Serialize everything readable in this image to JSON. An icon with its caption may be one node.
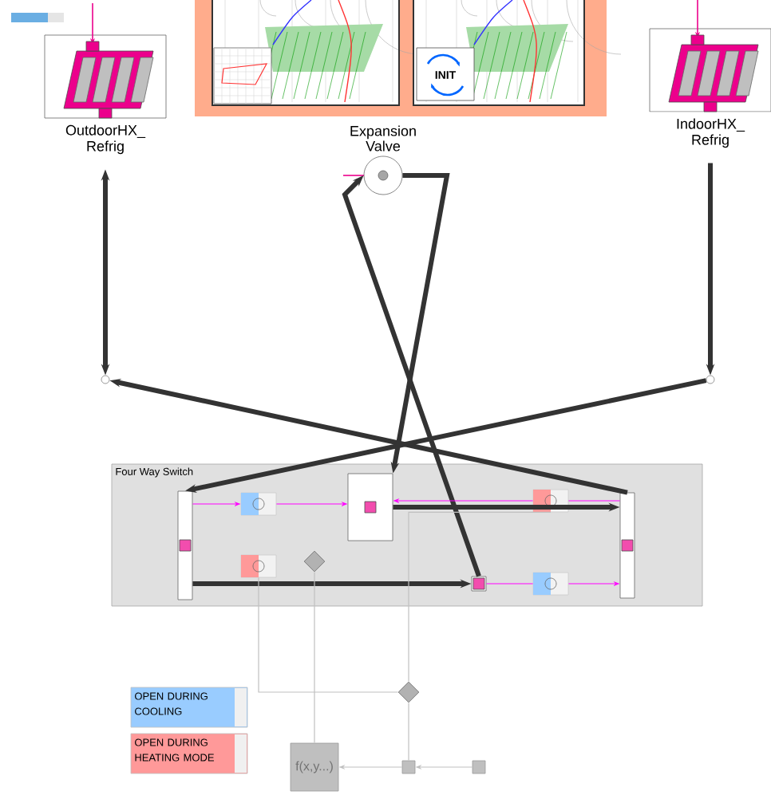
{
  "diagram": {
    "nodes": [
      {
        "text": [
          "OutdoorHX_ Refrig"
        ]
      },
      {
        "text": [
          "Expansion Valve"
        ]
      },
      {
        "text": [
          "IndoorHX_ Refrig"
        ]
      },
      {
        "text": [],
        "shape": "circle"
      },
      {
        "text": [],
        "shape": "circle"
      },
      {
        "text": [
          "Four Way Switch"
        ]
      },
      {
        "text": [],
        "shape": "bar",
        "in": 5
      },
      {
        "text": [],
        "shape": "box",
        "in": 5
      },
      {
        "text": [],
        "shape": "bar",
        "in": 5
      },
      {
        "text": [],
        "shape": "box",
        "in": 5
      },
      {
        "text": [],
        "shape": "box",
        "in": 5
      },
      {
        "text": [],
        "shape": "box",
        "in": 5
      },
      {
        "text": [],
        "shape": "box",
        "in": 5
      },
      {
        "text": [],
        "shape": "box",
        "in": 5
      },
      {
        "text": [],
        "shape": "diamond",
        "in": 5
      },
      {
        "text": [],
        "shape": "diamond"
      },
      {
        "text": [
          "f(x,y...)"
        ]
      },
      {
        "text": [],
        "shape": "box"
      },
      {
        "text": [],
        "shape": "box"
      }
    ],
    "edges": [
      {
        "from": 0,
        "to": 3,
        "arrow": "both",
        "style": "thick"
      },
      {
        "from": 2,
        "to": 4,
        "arrow": "to",
        "style": "thick"
      },
      {
        "from": 8,
        "to": 3,
        "arrow": "to",
        "style": "thick"
      },
      {
        "from": 4,
        "to": 6,
        "arrow": "to",
        "style": "thick"
      },
      {
        "from": 9,
        "to": 1,
        "arrow": "to",
        "style": "thick"
      },
      {
        "from": 1,
        "to": 7,
        "arrow": "to",
        "style": "thick"
      },
      {
        "from": 7,
        "to": 8,
        "arrow": "to",
        "style": "thick"
      },
      {
        "from": 6,
        "to": 9,
        "arrow": "to",
        "style": "thick"
      },
      {
        "from": 6,
        "to": 10,
        "arrow": "to",
        "color": "#ff00ff"
      },
      {
        "from": 10,
        "to": 7,
        "arrow": "to",
        "color": "#ff00ff"
      },
      {
        "from": 11,
        "to": 7,
        "arrow": "to",
        "color": "#ff00ff"
      },
      {
        "from": 8,
        "to": 11,
        "arrow": "none",
        "color": "#ff00ff"
      },
      {
        "from": 9,
        "to": 13,
        "arrow": "none",
        "color": "#ff00ff"
      },
      {
        "from": 13,
        "to": 8,
        "arrow": "to",
        "color": "#ff00ff"
      },
      {
        "from": 18,
        "to": 17,
        "arrow": "to",
        "color": "#c0c0c0"
      },
      {
        "from": 17,
        "to": 16,
        "arrow": "to",
        "color": "#c0c0c0"
      },
      {
        "from": 15,
        "to": 17,
        "arrow": "none",
        "color": "#c0c0c0"
      },
      {
        "from": 14,
        "to": 16,
        "arrow": "none",
        "color": "#c0c0c0"
      },
      {
        "from": 12,
        "to": 15,
        "arrow": "none",
        "color": "#c0c0c0"
      },
      {
        "from": 15,
        "to": 11,
        "arrow": "none",
        "color": "#c0c0c0"
      }
    ],
    "labels": [
      "INIT"
    ],
    "legend": [
      {
        "text": "OPEN DURING COOLING",
        "color": "#99ccff"
      },
      {
        "text": "OPEN DURING HEATING MODE",
        "color": "#ff9999"
      }
    ]
  }
}
